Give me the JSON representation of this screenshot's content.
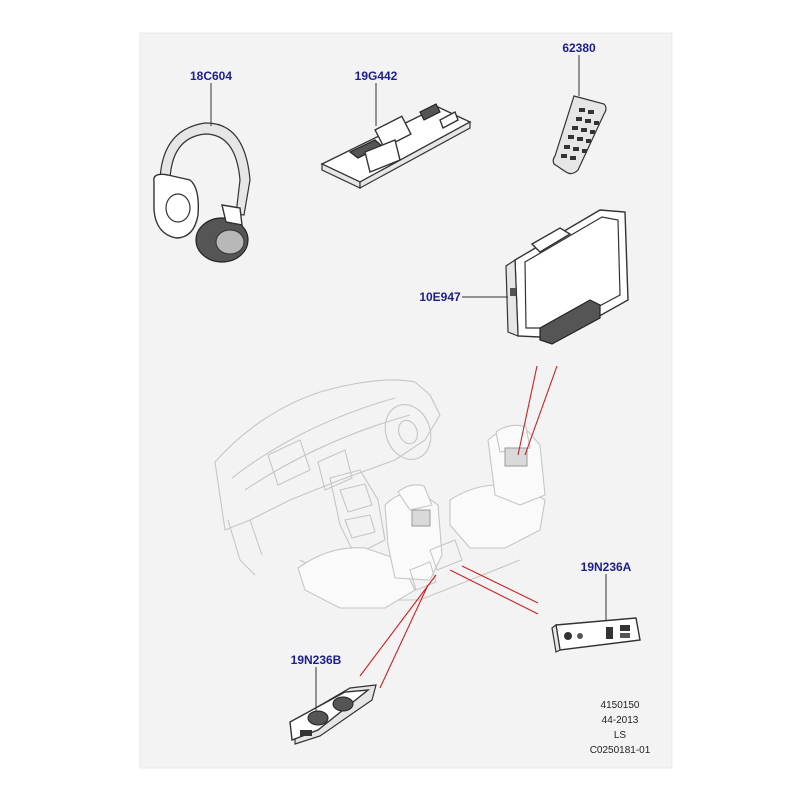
{
  "parts": {
    "headphones": "18C604",
    "console": "19G442",
    "remote": "62380",
    "screen": "10E947",
    "jack_panel_a": "19N236A",
    "jack_panel_b": "19N236B"
  },
  "stamp": {
    "line1": "4150150",
    "line2": "44-2013",
    "line3": "LS",
    "line4": "C0250181-01"
  },
  "colors": {
    "callout": "#1b1f8a",
    "leader_red": "#cc2222",
    "panel_bg": "#f3f3f3"
  }
}
